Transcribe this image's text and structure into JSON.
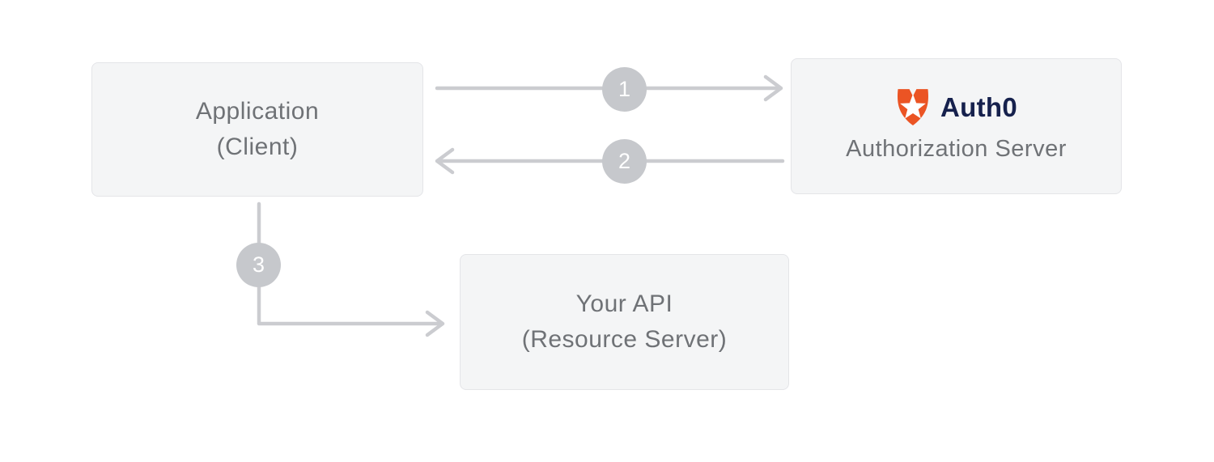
{
  "nodes": {
    "application": {
      "line1": "Application",
      "line2": "(Client)"
    },
    "authorization_server": {
      "brand": "Auth0",
      "label": "Authorization Server"
    },
    "api": {
      "line1": "Your API",
      "line2": "(Resource Server)"
    }
  },
  "steps": [
    {
      "number": "1"
    },
    {
      "number": "2"
    },
    {
      "number": "3"
    }
  ],
  "colors": {
    "background": "#ffffff",
    "box_fill": "#f4f5f6",
    "box_border": "#e4e5e8",
    "box_text": "#6f7276",
    "arrow": "#cbccd0",
    "step_circle": "#c6c8cc",
    "step_text": "#ffffff",
    "auth0_orange": "#eb5424",
    "auth0_navy": "#16214d"
  }
}
